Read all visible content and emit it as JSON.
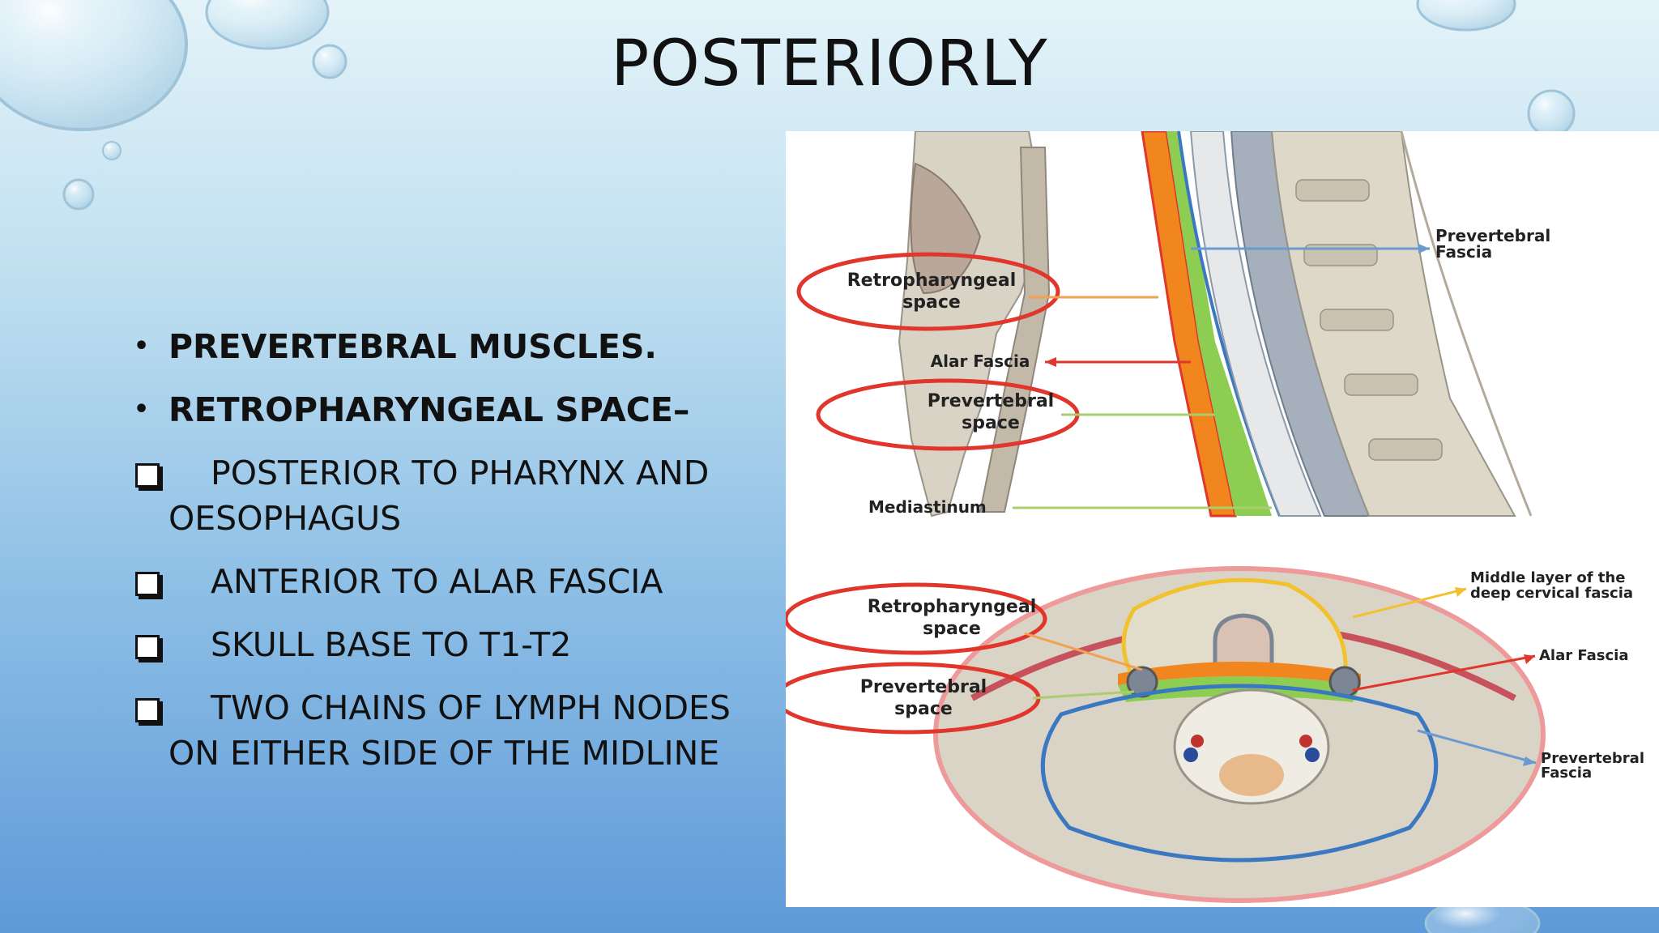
{
  "slide": {
    "title": "POSTERIORLY",
    "bullets": [
      {
        "type": "dot",
        "text": "PREVERTEBRAL MUSCLES.",
        "bold": true
      },
      {
        "type": "dot",
        "text": "RETROPHARYNGEAL SPACE–",
        "bold": true
      },
      {
        "type": "box",
        "text": "POSTERIOR TO PHARYNX AND OESOPHAGUS",
        "bold": false
      },
      {
        "type": "box",
        "text": "ANTERIOR TO ALAR FASCIA",
        "bold": false
      },
      {
        "type": "box",
        "text": "SKULL BASE TO T1-T2",
        "bold": false
      },
      {
        "type": "box",
        "text": "TWO CHAINS OF LYMPH NODES ON EITHER SIDE OF THE MIDLINE",
        "bold": false
      }
    ]
  },
  "figure": {
    "sagittal": {
      "retropharyngeal": "Retropharyngeal",
      "retropharyngeal_2": "space",
      "alar": "Alar Fascia",
      "prevertebral": "Prevertebral",
      "prevertebral_2": "space",
      "mediastinum": "Mediastinum",
      "prevertebral_fascia": "Prevertebral",
      "prevertebral_fascia_2": "Fascia"
    },
    "axial": {
      "retropharyngeal": "Retropharyngeal",
      "retropharyngeal_2": "space",
      "prevertebral": "Prevertebral",
      "prevertebral_2": "space",
      "middle_layer": "Middle layer of the",
      "middle_layer_2": "deep cervical fascia",
      "alar": "Alar Fascia",
      "prevertebral_fascia": "Prevertebral",
      "prevertebral_fascia_2": "Fascia"
    }
  },
  "colors": {
    "accent_red": "#e0362b",
    "orange_space": "#f2861e",
    "green_space": "#8ccd52",
    "blue_fascia": "#3a78c2",
    "yellow_fascia": "#f2c12e"
  }
}
